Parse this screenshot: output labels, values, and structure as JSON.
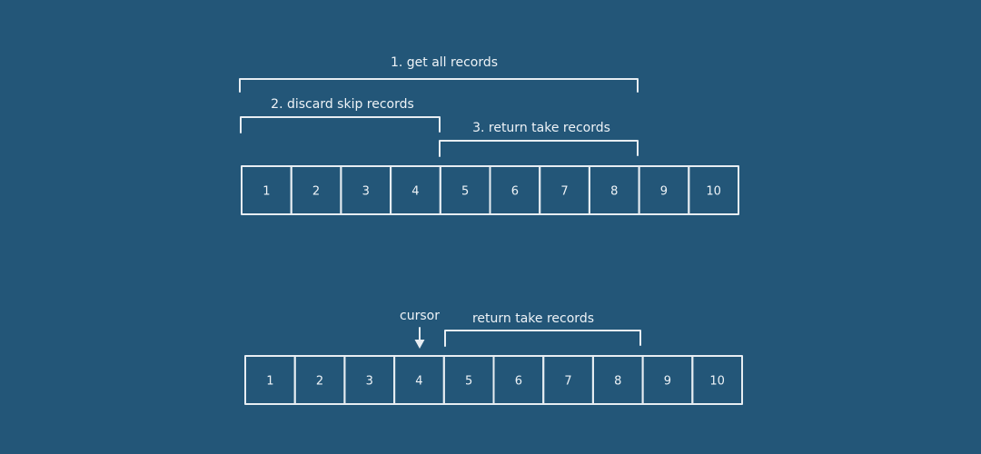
{
  "offset_diagram": {
    "labels": {
      "get_all": "1. get all records",
      "discard_skip": "2. discard skip records",
      "return_take": "3. return take records"
    },
    "cells": [
      "1",
      "2",
      "3",
      "4",
      "5",
      "6",
      "7",
      "8",
      "9",
      "10"
    ]
  },
  "cursor_diagram": {
    "labels": {
      "cursor": "cursor",
      "return_take": "return take records"
    },
    "cells": [
      "1",
      "2",
      "3",
      "4",
      "5",
      "6",
      "7",
      "8",
      "9",
      "10"
    ]
  },
  "colors": {
    "background": "#235678",
    "line": "#e7edf2",
    "text": "#eef3f7"
  }
}
